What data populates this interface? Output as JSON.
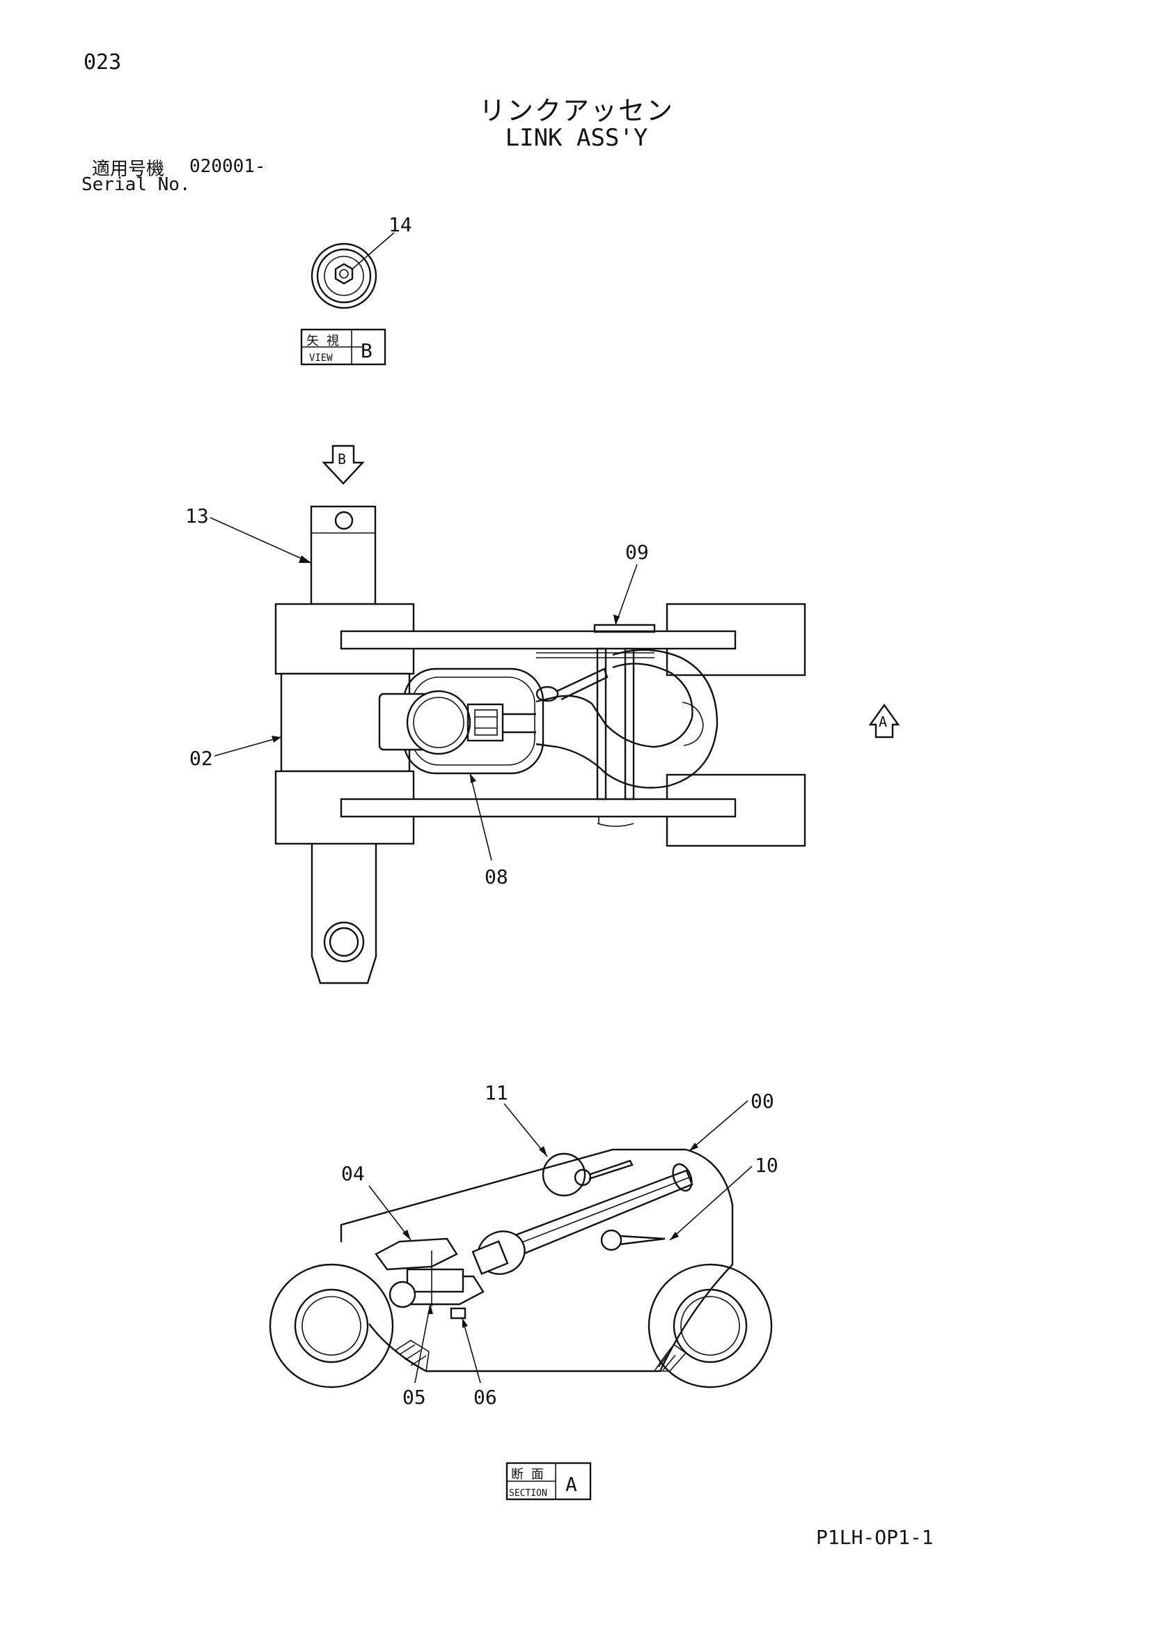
{
  "page_number": "023",
  "title": {
    "jp": "リンクアッセン",
    "en": "LINK ASS'Y"
  },
  "serial": {
    "label_jp": "適用号機",
    "value": "020001-",
    "label_en": "Serial No."
  },
  "views": {
    "view_b": {
      "jp": "矢 視",
      "en": "VIEW",
      "letter": "B"
    },
    "section_a": {
      "jp": "断 面",
      "en": "SECTION",
      "letter": "A"
    },
    "arrow_b_letter": "B",
    "arrow_a_letter": "A"
  },
  "callouts": {
    "p00": "00",
    "p02": "02",
    "p04": "04",
    "p05": "05",
    "p06": "06",
    "p08": "08",
    "p09": "09",
    "p10": "10",
    "p11": "11",
    "p13": "13",
    "p14": "14"
  },
  "doc_code": "P1LH-OP1-1"
}
